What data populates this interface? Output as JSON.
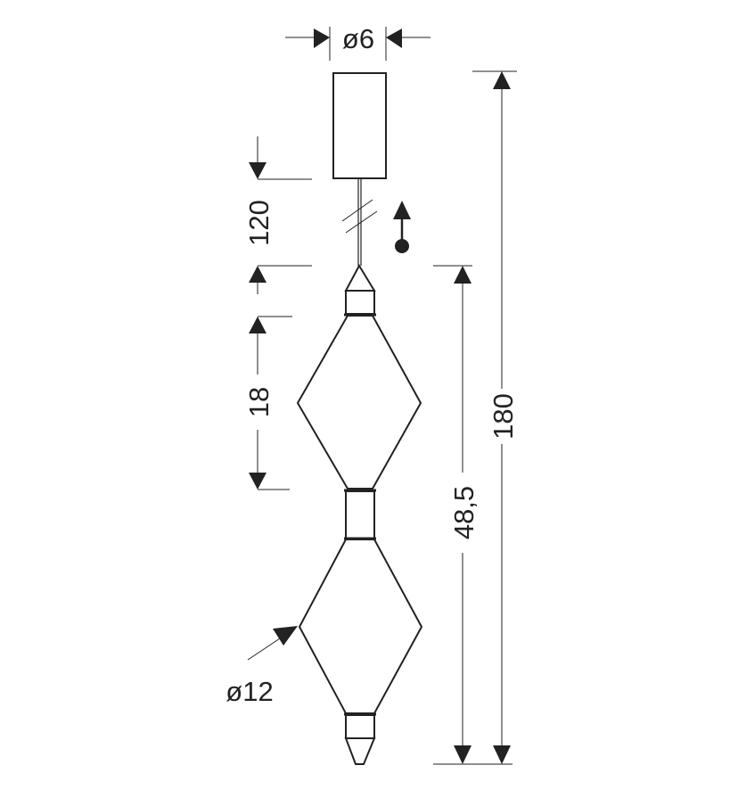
{
  "dimensions": {
    "canopy_diameter": "ø6",
    "cable_length": "120",
    "module_height": "18",
    "lamp_body_height": "48,5",
    "total_height": "180",
    "lamp_diameter": "ø12"
  },
  "colors": {
    "line": "#222222",
    "thin": "#555555",
    "background": "#ffffff"
  }
}
